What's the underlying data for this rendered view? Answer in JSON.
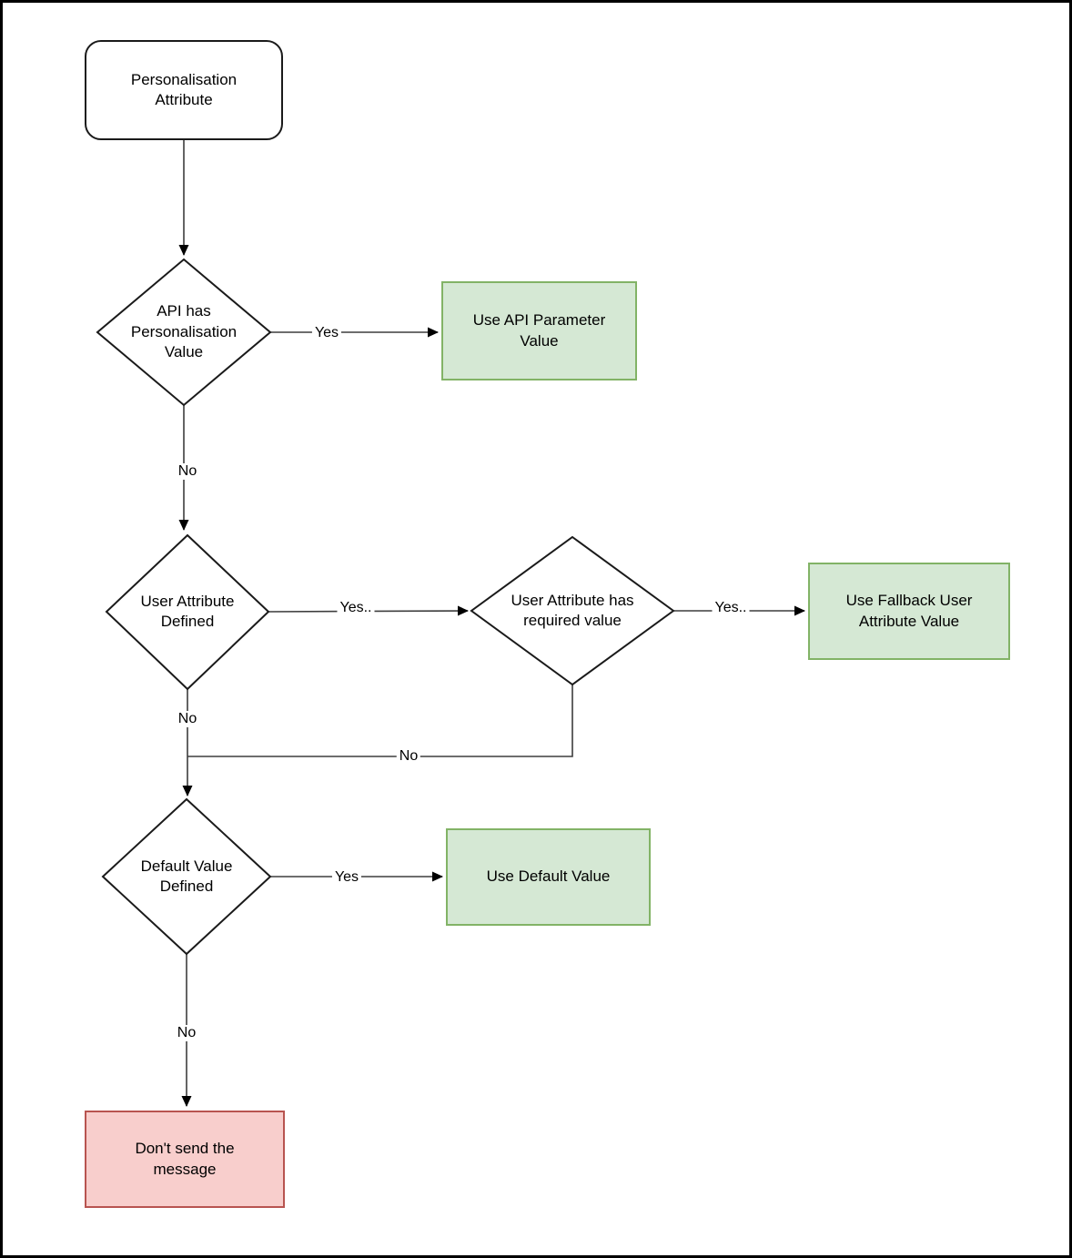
{
  "diagram": {
    "type": "flowchart",
    "nodes": {
      "start": {
        "label": "Personalisation Attribute",
        "shape": "rounded-rectangle"
      },
      "decision_api": {
        "label": "API has Personalisation Value",
        "shape": "diamond"
      },
      "outcome_api": {
        "label": "Use API Parameter Value",
        "shape": "rectangle-success"
      },
      "decision_user_attr": {
        "label": "User Attribute Defined",
        "shape": "diamond"
      },
      "decision_required_value": {
        "label": "User Attribute has required value",
        "shape": "diamond"
      },
      "outcome_fallback": {
        "label": "Use Fallback User Attribute Value",
        "shape": "rectangle-success"
      },
      "decision_default": {
        "label": "Default Value Defined",
        "shape": "diamond"
      },
      "outcome_default": {
        "label": "Use Default Value",
        "shape": "rectangle-success"
      },
      "outcome_dont_send": {
        "label": "Don't send the message",
        "shape": "rectangle-danger"
      }
    },
    "edges": {
      "api_yes": {
        "label": "Yes",
        "from": "decision_api",
        "to": "outcome_api"
      },
      "api_no": {
        "label": "No",
        "from": "decision_api",
        "to": "decision_user_attr"
      },
      "user_attr_yes": {
        "label": "Yes..",
        "from": "decision_user_attr",
        "to": "decision_required_value"
      },
      "user_attr_no": {
        "label": "No",
        "from": "decision_user_attr",
        "to": "decision_default"
      },
      "required_yes": {
        "label": "Yes..",
        "from": "decision_required_value",
        "to": "outcome_fallback"
      },
      "required_no": {
        "label": "No",
        "from": "decision_required_value",
        "to": "decision_default"
      },
      "default_yes": {
        "label": "Yes",
        "from": "decision_default",
        "to": "outcome_default"
      },
      "default_no": {
        "label": "No",
        "from": "decision_default",
        "to": "outcome_dont_send"
      }
    }
  },
  "colors": {
    "success_fill": "#d5e8d4",
    "success_border": "#82b366",
    "danger_fill": "#f8cecc",
    "danger_border": "#b85450",
    "shape_fill": "#ffffff",
    "shape_border": "#1a1a1a",
    "connector": "#3d3d3d"
  }
}
